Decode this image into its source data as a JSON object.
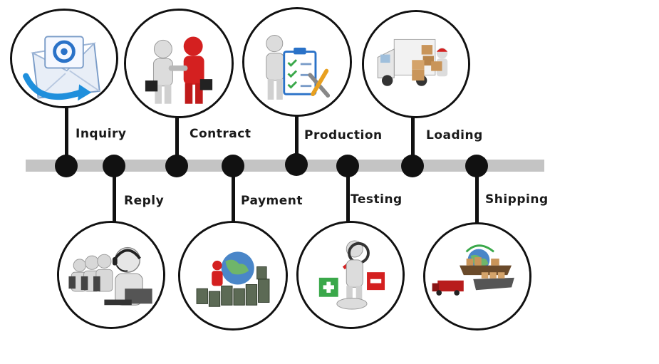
{
  "steps": [
    {
      "label": "Inquiry",
      "icon": "email-icon"
    },
    {
      "label": "Reply",
      "icon": "call-center-icon"
    },
    {
      "label": "Contract",
      "icon": "handshake-icon"
    },
    {
      "label": "Payment",
      "icon": "money-globe-icon"
    },
    {
      "label": "Production",
      "icon": "checklist-icon"
    },
    {
      "label": "Testing",
      "icon": "inspection-icon"
    },
    {
      "label": "Loading",
      "icon": "truck-loading-icon"
    },
    {
      "label": "Shipping",
      "icon": "shipping-icon"
    }
  ],
  "colors": {
    "timeline": "#c4c4c4",
    "node": "#111111",
    "accent_red": "#d42020",
    "accent_blue": "#2a72c8",
    "accent_green": "#3aa84a"
  }
}
